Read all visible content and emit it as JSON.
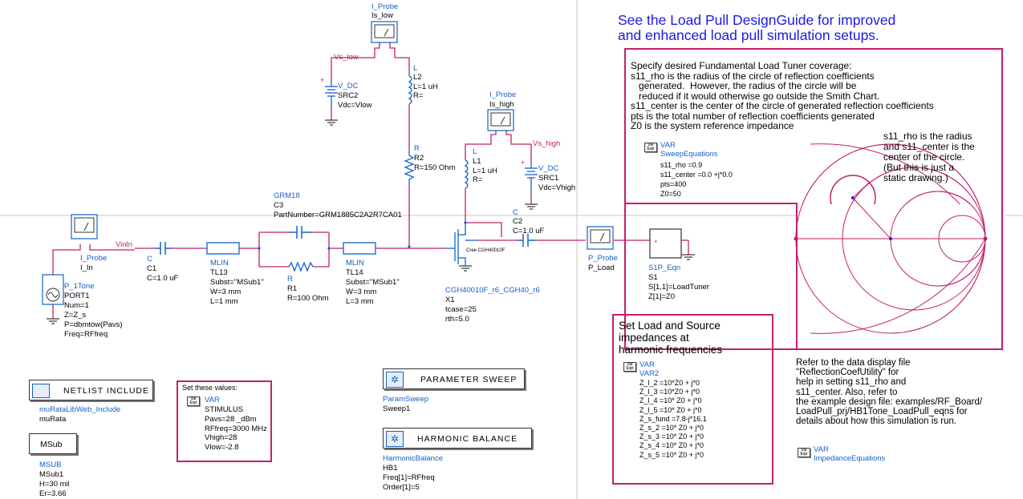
{
  "title": {
    "line1": "See the Load Pull DesignGuide for improved",
    "line2": "and enhanced load pull simulation setups."
  },
  "components": {
    "iprobe_low": {
      "kind": "I_Probe",
      "name": "Is_low"
    },
    "vs_low": "Vs_low",
    "vdc_low": {
      "kind": "V_DC",
      "name": "SRC2",
      "value": "Vdc=Vlow"
    },
    "l2": {
      "kind": "L",
      "name": "L2",
      "l": "L=1 uH",
      "r": "R="
    },
    "r2": {
      "kind": "R",
      "name": "R2",
      "r": "R=150 Ohm"
    },
    "iprobe_high": {
      "kind": "I_Probe",
      "name": "Is_high"
    },
    "vs_high": "Vs_high",
    "l1": {
      "kind": "L",
      "name": "L1",
      "l": "L=1 uH",
      "r": "R="
    },
    "vdc_high": {
      "kind": "V_DC",
      "name": "SRC1",
      "value": "Vdc=Vhigh"
    },
    "c3": {
      "kind": "GRM18",
      "name": "C3",
      "part": "PartNumber=GRM1885C2A2R7CA01"
    },
    "c2": {
      "kind": "C",
      "name": "C2",
      "c": "C=1.0 uF"
    },
    "iprobe_in": {
      "kind": "I_Probe",
      "name": "I_In"
    },
    "vin": "Vin",
    "in_node": "In",
    "c1": {
      "kind": "C",
      "name": "C1",
      "c": "C=1.0 uF"
    },
    "tl13": {
      "kind": "MLIN",
      "name": "TL13",
      "subst": "Subst=\"MSub1\"",
      "w": "W=3 mm",
      "l": "L=1 mm"
    },
    "r1": {
      "kind": "R",
      "name": "R1",
      "r": "R=100 Ohm"
    },
    "tl14": {
      "kind": "MLIN",
      "name": "TL14",
      "subst": "Subst=\"MSub1\"",
      "w": "W=3 mm",
      "l": "L=3 mm"
    },
    "transistor": {
      "label": "Cree CGH40010F",
      "model": "CGH40010F_r6_CGH40_r6",
      "name": "X1",
      "tcase": "tcase=25",
      "rth": "rth=5.0"
    },
    "pprobe": {
      "kind": "P_Probe",
      "name": "P_Load"
    },
    "s1p": {
      "kind": "S1P_Eqn",
      "name": "S1",
      "s": "S[1,1]=LoadTuner",
      "z": "Z[1]=Z0"
    },
    "port1": {
      "kind": "P_1Tone",
      "name": "PORT1",
      "num": "Num=1",
      "z": "Z=Z_s",
      "p": "P=dbmtow(Pavs)",
      "freq": "Freq=RFfreq"
    }
  },
  "tuner_box": {
    "lines": [
      "Specify desired Fundamental Load Tuner coverage:",
      "s11_rho is the radius of the circle of reflection coefficients",
      "   generated.  However, the radius of the circle will be",
      "   reduced if it would otherwise go outside the Smith Chart.",
      "s11_center is the center of the circle of generated reflection coefficients",
      "pts is the total number of reflection coefficients generated",
      "Z0 is the system reference impedance"
    ],
    "var_kind": "VAR",
    "var_name": "SweepEquations",
    "eqns": [
      "s11_rho =0.9",
      "s11_center =0.0 +j*0.0",
      "pts=400",
      "Z0=50"
    ],
    "note": [
      "s11_rho is the radius",
      "and s11_center is the",
      "center of the circle.",
      "(But this is just a",
      "static drawing.)"
    ]
  },
  "harmonic_box": {
    "title": [
      "Set Load and Source",
      "impedances at",
      "harmonic frequencies"
    ],
    "var_kind": "VAR",
    "var_name": "VAR2",
    "eqns": [
      "Z_l_2 =10*Z0 + j*0",
      "Z_l_3 =10*Z0 + j*0",
      "Z_l_4 =10* Z0 + j*0",
      "Z_l_5 =10* Z0 + j*0",
      "Z_s_fund =7.8-j*16.1",
      "Z_s_2 =10* Z0 + j*0",
      "Z_s_3 =10* Z0 + j*0",
      "Z_s_4 =10* Z0 + j*0",
      "Z_s_5 =10* Z0 + j*0"
    ]
  },
  "refer_text": [
    "Refer to the data display file",
    "\"ReflectionCoefUtility\" for",
    "help in setting s11_rho and",
    "s11_center.  Also, refer to",
    "the example design file: examples/RF_Board/",
    "LoadPull_prj/HB1Tone_LoadPull_eqns for",
    "details about how this simulation is run."
  ],
  "impedance_var": {
    "kind": "VAR",
    "name": "ImpedanceEquations"
  },
  "netlist": {
    "label": "NETLIST INCLUDE",
    "kind": "muRataLibWeb_Include",
    "name": "muRata"
  },
  "msub": {
    "label": "MSub",
    "kind": "MSUB",
    "name": "MSub1",
    "h": "H=30 mil",
    "er": "Er=3.66"
  },
  "stimulus_box": {
    "header": "Set these values:",
    "var_kind": "VAR",
    "name": "STIMULUS",
    "eqns": [
      "Pavs=28 _dBm",
      "RFfreq=3000 MHz",
      "Vhigh=28",
      "Vlow=-2.8"
    ]
  },
  "param_sweep": {
    "label": "PARAMETER SWEEP",
    "kind": "ParamSweep",
    "name": "Sweep1"
  },
  "harmonic_balance": {
    "label": "HARMONIC BALANCE",
    "kind": "HarmonicBalance",
    "name": "HB1",
    "freq": "Freq[1]=RFfreq",
    "order": "Order[1]=5"
  },
  "var_icon_text": [
    "Var",
    "Eqn"
  ],
  "colors": {
    "wire": "#c2206b",
    "box": "#c2206b",
    "component": "#1560c8",
    "title": "#1a1ae6",
    "grid": "#cccccc"
  }
}
